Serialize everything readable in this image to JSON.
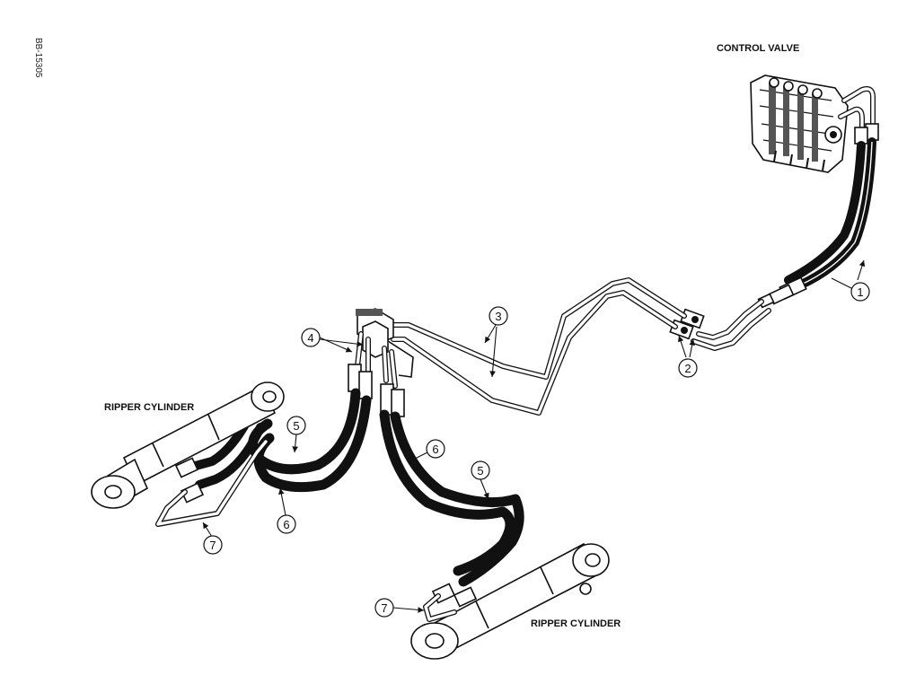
{
  "figure_code": "BB-15305",
  "labels": {
    "control_valve": "CONTROL VALVE",
    "ripper_cylinder_left": "RIPPER CYLINDER",
    "ripper_cylinder_right": "RIPPER CYLINDER"
  },
  "callouts": [
    "1",
    "2",
    "3",
    "4",
    "5",
    "6",
    "7"
  ]
}
